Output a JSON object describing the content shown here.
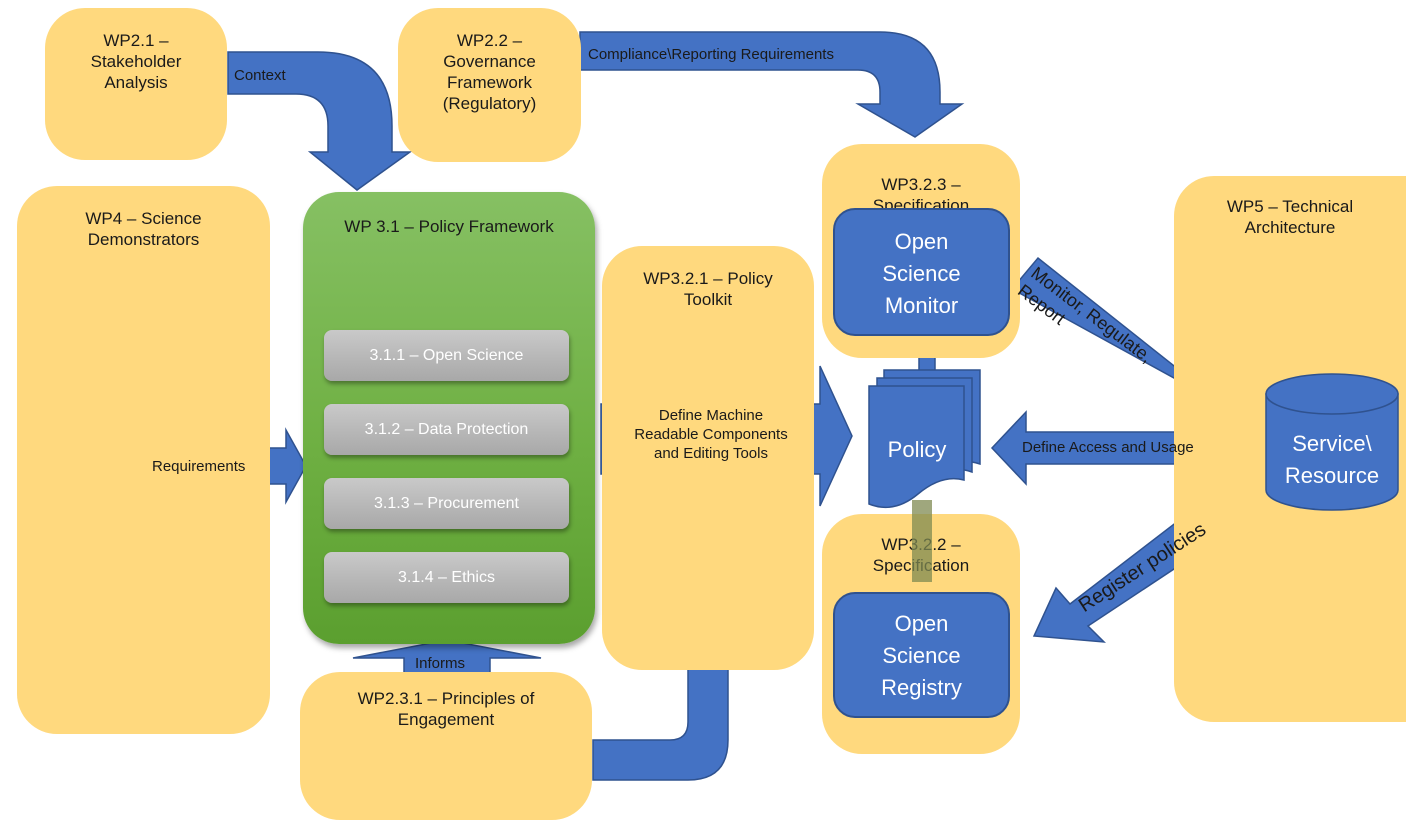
{
  "boxes": {
    "wp21": "WP2.1 –\nStakeholder\nAnalysis",
    "wp22": "WP2.2 –\nGovernance\nFramework\n(Regulatory)",
    "wp4": "WP4 – Science\nDemonstrators",
    "wp31": "WP 3.1 – Policy Framework",
    "wp321": "WP3.2.1 – Policy\nToolkit",
    "wp323": "WP3.2.3 –\nSpecification",
    "wp322": "WP3.2.2 –\nSpecification",
    "wp5": "WP5 – Technical\nArchitecture",
    "wp231": "WP2.3.1 – Principles of\nEngagement"
  },
  "subitems": [
    "3.1.1 – Open Science",
    "3.1.2 – Data Protection",
    "3.1.3 – Procurement",
    "3.1.4 – Ethics"
  ],
  "blue_boxes": {
    "monitor": "Open\nScience\nMonitor",
    "registry": "Open\nScience\nRegistry"
  },
  "policy_label": "Policy",
  "service_label": "Service\\\nResource",
  "arrows": {
    "context": "Context",
    "compliance": "Compliance\\Reporting  Requirements",
    "requirements": "Requirements",
    "define_machine": "Define Machine\nReadable Components\nand Editing Tools",
    "informs": "Informs",
    "define_access": "Define Access and Usage",
    "monitor_regulate": "Monitor, Regulate,\nReport",
    "register": "Register policies"
  },
  "colors": {
    "box": "#ffd97e",
    "blue": "#4472c4",
    "blue_border": "#2f528f",
    "green": "#70ad47",
    "grey": "#a6a6a6"
  }
}
